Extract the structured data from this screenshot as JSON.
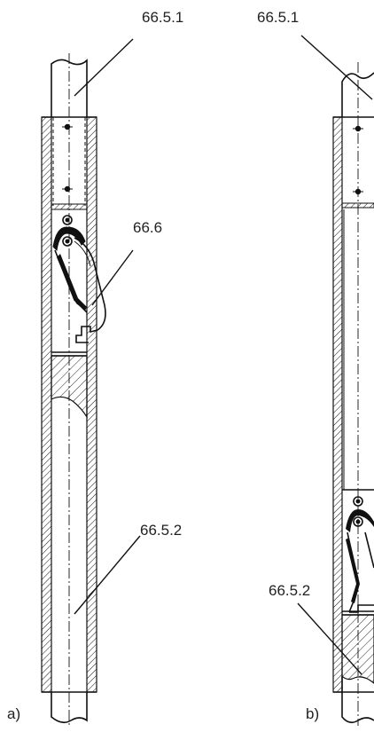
{
  "labels": {
    "a_top": "66.5.1",
    "b_top": "66.5.1",
    "a_mid": "66.6",
    "a_bottom": "66.5.2",
    "b_bottom": "66.5.2"
  },
  "subfigures": {
    "a": "a)",
    "b": "b)"
  }
}
